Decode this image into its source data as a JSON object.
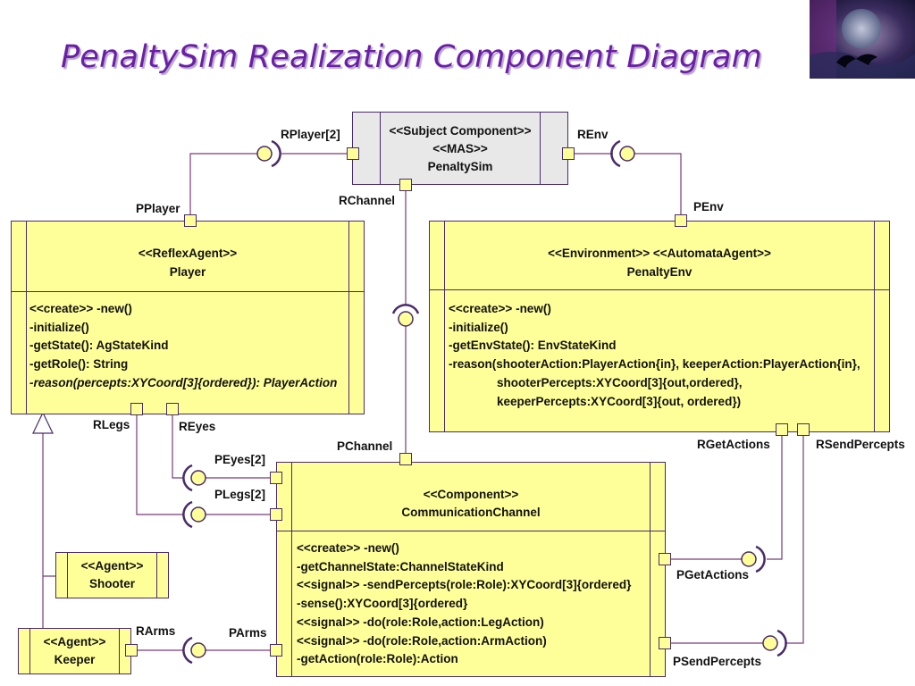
{
  "title": "PenaltySim Realization Component Diagram",
  "components": {
    "penaltysim": {
      "stereotype1": "<<Subject Component>>",
      "stereotype2": "<<MAS>>",
      "name": "PenaltySim"
    },
    "player": {
      "stereotype": "<<ReflexAgent>>",
      "name": "Player",
      "operations": [
        "<<create>> -new()",
        "-initialize()",
        "-getState(): AgStateKind",
        "-getRole(): String",
        "-reason(percepts:XYCoord[3]{ordered}): PlayerAction"
      ]
    },
    "penaltyenv": {
      "stereotype": "<<Environment>> <<AutomataAgent>>",
      "name": "PenaltyEnv",
      "operations": [
        "<<create>> -new()",
        "-initialize()",
        "-getEnvState(): EnvStateKind",
        "-reason(shooterAction:PlayerAction{in}, keeperAction:PlayerAction{in},",
        "shooterPercepts:XYCoord[3]{out,ordered},",
        "keeperPercepts:XYCoord[3]{out, ordered})"
      ]
    },
    "channel": {
      "stereotype": "<<Component>>",
      "name": "CommunicationChannel",
      "operations": [
        "<<create>> -new()",
        "-getChannelState:ChannelStateKind",
        "<<signal>> -sendPercepts(role:Role):XYCoord[3]{ordered}",
        "-sense():XYCoord[3]{ordered}",
        "<<signal>> -do(role:Role,action:LegAction)",
        "<<signal>> -do(role:Role,action:ArmAction)",
        "-getAction(role:Role):Action"
      ]
    },
    "shooter": {
      "stereotype": "<<Agent>>",
      "name": "Shooter"
    },
    "keeper": {
      "stereotype": "<<Agent>>",
      "name": "Keeper"
    }
  },
  "port_labels": {
    "rplayer": "RPlayer[2]",
    "renv": "REnv",
    "rchannel": "RChannel",
    "pplayer": "PPlayer",
    "penv": "PEnv",
    "rlegs": "RLegs",
    "reyes": "REyes",
    "pchannel": "PChannel",
    "peyes": "PEyes[2]",
    "plegs": "PLegs[2]",
    "rgetactions": "RGetActions",
    "rsendpercepts": "RSendPercepts",
    "pgetactions": "PGetActions",
    "psendpercepts": "PSendPercepts",
    "rarms": "RArms",
    "parms": "PArms"
  },
  "colors": {
    "title": "#6b1fa6",
    "component_fill": "#ffff99",
    "subject_fill": "#e8e8e8",
    "stroke": "#4a2a6a"
  }
}
